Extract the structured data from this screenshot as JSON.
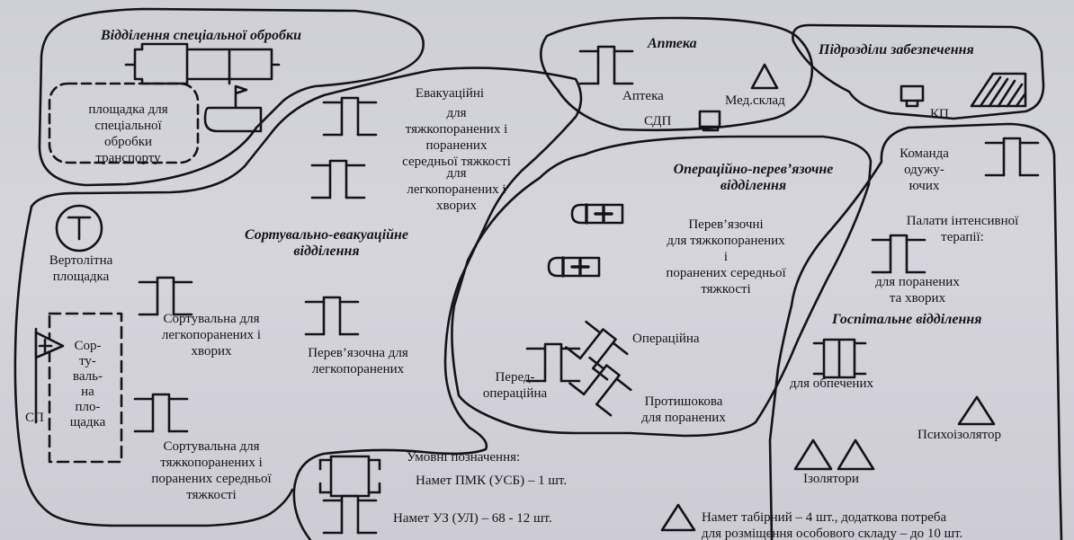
{
  "zones": {
    "special_treatment": {
      "title": "Відділення спеціальної обробки",
      "area_lines": [
        "площадка для",
        "спеціальної",
        "обробки",
        "транспорту"
      ]
    },
    "pharmacy": {
      "title": "Аптека",
      "pharmacy_label": "Аптека",
      "medstore_label": "Мед.склад",
      "sdp_label": "СДП"
    },
    "support": {
      "title": "Підрозділи забезпечення",
      "kp_label": "КП"
    },
    "evacuation": {
      "title": "Евакуаційні",
      "heavy_lines": [
        "для",
        "тяжкопоранених і",
        "поранених",
        "середньої тяжкості"
      ],
      "light_lines": [
        "для",
        "легкопоранених і",
        "хворих"
      ]
    },
    "sorting": {
      "title_lines": [
        "Сортувально-евакуаційне",
        "відділення"
      ],
      "heli_label_lines": [
        "Вертолітна",
        "площадка"
      ],
      "sort_light_lines": [
        "Сортувальна для",
        "легкопоранених і",
        "хворих"
      ],
      "dressing_light_lines": [
        "Перев’язочна для",
        "легкопоранених"
      ],
      "sort_heavy_lines": [
        "Сортувальна для",
        "тяжкопоранених і",
        "поранених середньої",
        "тяжкості"
      ],
      "sort_area_lines": [
        "Сор-",
        "ту-",
        "валь-",
        "на",
        "пло-",
        "щадка"
      ],
      "sp_label": "СП"
    },
    "operating": {
      "title_lines": [
        "Операційно-перев’язочне",
        "відділення"
      ],
      "dressing_lines": [
        "Перев’язочні",
        "для тяжкопоранених",
        "і",
        "поранених середньої",
        "тяжкості"
      ],
      "surgery_label": "Операційна",
      "preop_lines": [
        "Перед-",
        "операційна"
      ],
      "antishock_lines": [
        "Протишокова",
        "для поранених"
      ]
    },
    "hospital": {
      "team_lines": [
        "Команда",
        "одужу-",
        "ючих"
      ],
      "icu_lines": [
        "Палати інтенсивної",
        "терапії:"
      ],
      "icu_for_lines": [
        "для поранених",
        "та хворих"
      ],
      "title": "Госпітальне відділення",
      "burns_label": "для обпечених",
      "psych_label": "Психоізолятор",
      "isolators_label": "Ізолятори"
    }
  },
  "legend": {
    "title": "Умовні позначення:",
    "items": [
      "Намет ПМК (УСБ) – 1 шт.",
      "Намет УЗ (УЛ) – 68 - 12 шт.",
      "Намет табірний – 4 шт., додаткова потреба",
      "для розміщення особового складу – до 10 шт."
    ]
  },
  "colors": {
    "ink": "#141418",
    "paper": "#d2d1d9"
  }
}
